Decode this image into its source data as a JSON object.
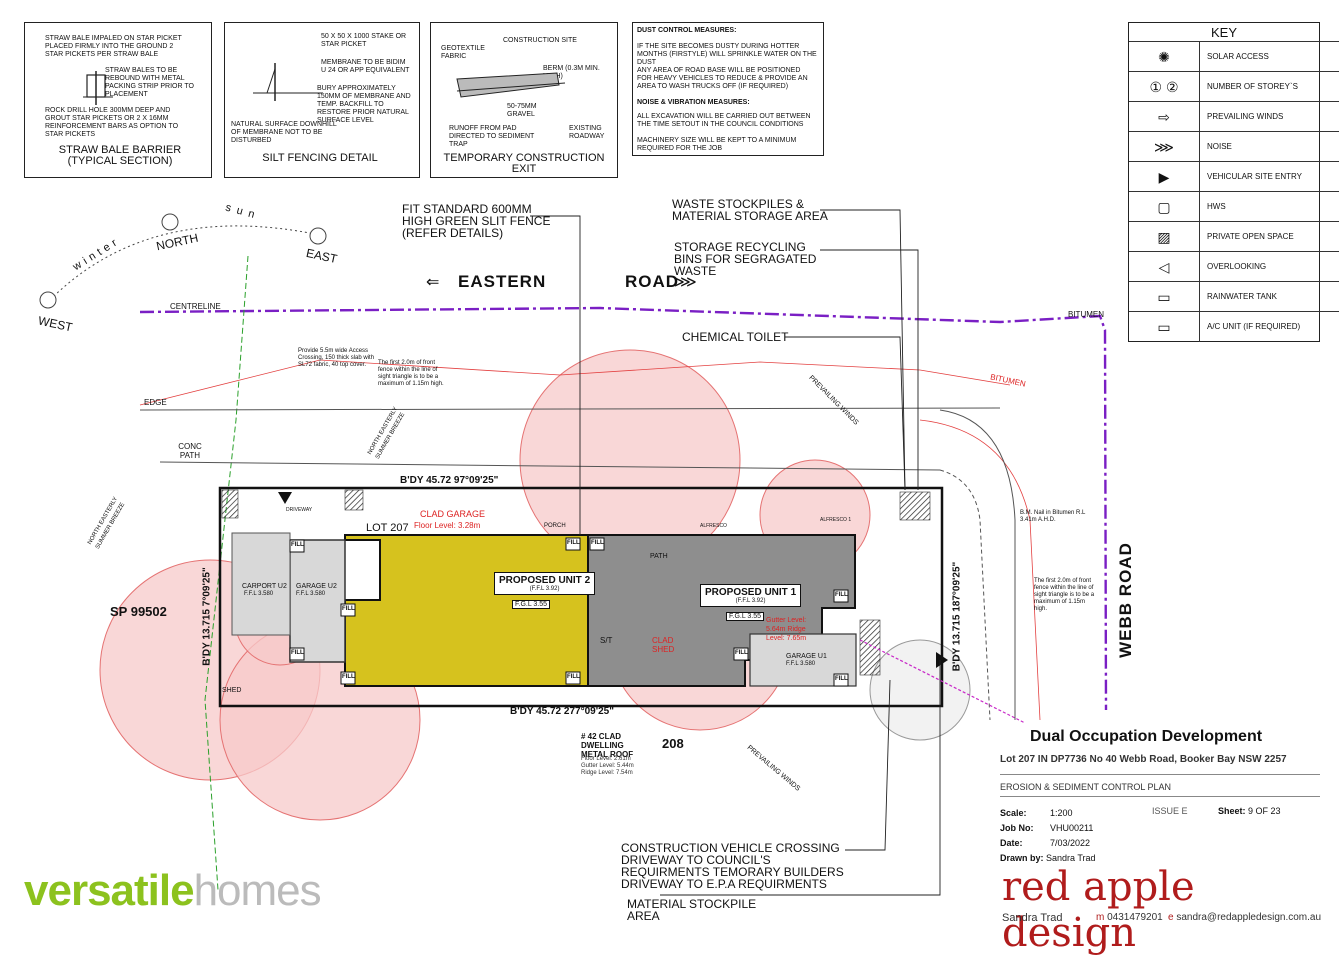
{
  "details": {
    "straw": {
      "note1": "STRAW BALE IMPALED ON STAR PICKET PLACED FIRMLY INTO THE GROUND 2 STAR PICKETS PER STRAW BALE",
      "note2": "STRAW BALES TO BE REBOUND WITH METAL PACKING STRIP PRIOR TO PLACEMENT",
      "note3": "ROCK DRILL HOLE 300mm DEEP AND GROUT STAR PICKETS OR 2 x 16mm REINFORCEMENT BARS AS OPTION TO STAR PICKETS",
      "title": "STRAW BALE BARRIER (TYPICAL SECTION)"
    },
    "silt": {
      "note1": "50 x 50 x 1000 STAKE OR STAR PICKET",
      "note2": "MEMBRANE TO BE BIDIM U 24 OR APP EQUIVALENT",
      "note3": "BURY APPROXIMATELY 150mm OF MEMBRANE AND TEMP. BACKFILL TO RESTORE PRIOR NATURAL SURFACE LEVEL",
      "note4": "NATURAL SURFACE DOWNHILL OF MEMBRANE NOT TO BE DISTURBED",
      "title": "SILT FENCING DETAIL"
    },
    "exit": {
      "site": "CONSTRUCTION SITE",
      "geo": "GEOTEXTILE FABRIC",
      "berm": "BERM (0.3m MIN. HIGH)",
      "gravel": "50-75mm GRAVEL",
      "runoff": "RUNOFF FROM PAD DIRECTED TO SEDIMENT TRAP",
      "roadway": "EXISTING ROADWAY",
      "title": "TEMPORARY CONSTRUCTION EXIT"
    },
    "dust": {
      "h1": "DUST CONTROL MEASURES:",
      "p1": "IF THE SITE BECOMES DUSTY DURING HOTTER MONTHS (FIRSTYLE) WILL SPRINKLE WATER ON THE DUST",
      "p2": "ANY AREA OF ROAD BASE WILL BE POSITIONED FOR HEAVY VEHICLES TO REDUCE & PROVIDE AN AREA TO WASH TRUCKS OFF (IF REQUIRED)",
      "h2": "NOISE & VIBRATION MEASURES:",
      "p3": "ALL EXCAVATION WILL BE CARRIED OUT BETWEEN THE TIME SETOUT IN THE COUNCIL CONDITIONS",
      "p4": "MACHINERY SIZE WILL BE KEPT TO A MINIMUM REQUIRED FOR THE JOB"
    }
  },
  "key": {
    "title": "KEY",
    "items": [
      {
        "label": "SOLAR ACCESS",
        "icon": "sun-icon"
      },
      {
        "label": "NUMBER OF STOREY`S",
        "icon": "storey-icon"
      },
      {
        "label": "PREVAILING WINDS",
        "icon": "wind-arrow-icon"
      },
      {
        "label": "NOISE",
        "icon": "noise-icon"
      },
      {
        "label": "VEHICULAR SITE ENTRY",
        "icon": "entry-triangle-icon"
      },
      {
        "label": "HWS",
        "icon": "hws-icon"
      },
      {
        "label": "PRIVATE OPEN SPACE",
        "icon": "hatch-icon"
      },
      {
        "label": "OVERLOOKING",
        "icon": "eye-icon"
      },
      {
        "label": "RAINWATER TANK",
        "icon": "tank-icon"
      },
      {
        "label": "A/C UNIT (if required)",
        "icon": "ac-icon"
      }
    ]
  },
  "plan": {
    "sun": {
      "winter": "winter",
      "sun": "sun",
      "north": "NORTH",
      "east": "EAST",
      "west": "WEST"
    },
    "eastern_road": "EASTERN",
    "road": "ROAD",
    "webb_road": "WEBB ROAD",
    "centreline": "CENTRELINE",
    "bitumen": "BITUMEN",
    "edge": "EDGE",
    "conc_path": "CONC PATH",
    "fit_fence": "FIT STANDARD 600mm HIGH GREEN SLIT FENCE (REFER DETAILS)",
    "waste": "WASTE STOCKPILES & MATERIAL STORAGE AREA",
    "recycling": "STORAGE RECYCLING BINS FOR SEGRAGATED WASTE",
    "toilet": "CHEMICAL TOILET",
    "crossing": "CONSTRUCTION VEHICLE CROSSING DRIVEWAY TO COUNCIL'S REQUIRMENTS TEMORARY BUILDERS DRIVEWAY TO E.P.A REQUIRMENTS",
    "stockpile": "MATERIAL STOCKPILE AREA",
    "sp": "SP 99502",
    "lot208": "208",
    "lot207": "LOT 207",
    "bdy_top": "B'DY 45.72  97°09'25\"",
    "bdy_bottom": "B'DY 45.72  277°09'25\"",
    "bdy_left": "B'DY 13.715  7°09'25\"",
    "bdy_right": "B'DY 13.715  187°09'25\"",
    "unit1": "PROPOSED UNIT 1",
    "unit1_ffl": "(F.F.L 3.92)",
    "unit1_fgl": "F.G.L 3.55",
    "unit2": "PROPOSED UNIT 2",
    "unit2_ffl": "(F.F.L 3.92)",
    "unit2_fgl": "F.G.L 3.55",
    "garage1": "GARAGE U1",
    "garage1_ffl": "F.F.L 3.580",
    "garage2": "GARAGE U2",
    "garage2_ffl": "F.F.L 3.580",
    "carport": "CARPORT U2",
    "carport_ffl": "F.F.L 3.580",
    "clad_garage": "CLAD GARAGE",
    "floor_level": "Floor Level: 3.28m",
    "clad_shed": "CLAD SHED",
    "shed": "SHED",
    "porch": "PORCH",
    "path": "PATH",
    "alfresco1": "ALFRESCO 1",
    "alfresco2": "ALFRESCO",
    "st": "S/T",
    "fill": "FILL",
    "driveway": "DRIVEWAY",
    "dwelling": "# 42 CLAD DWELLING METAL ROOF",
    "dwelling_levels": "Floor Level: 2.61m  Gutter Level: 5.44m  Ridge Level: 7.54m",
    "unit1_levels": "Gutter Level: 5.64m  Ridge Level: 7.65m",
    "access_note": "Provide 5.5m wide Access Crossing, 150 thick slab with SL72 fabric, 40 top cover.",
    "fence_note": "The first 2.0m of front fence within the line of sight triangle is to be a maximum of 1.15m high.",
    "fence_note2": "The first 2.0m of front fence within the line of sight triangle is to be a maximum of 1.15m high.",
    "bm": "B.M. Nail in Bitumen R.L 3.41m A.H.D.",
    "winds": "PREVAILING WINDS",
    "ne_breeze": "NORTH EASTERLY SUMMER BREEZE"
  },
  "title_block": {
    "project": "Dual Occupation Development",
    "address": "Lot 207 IN DP7736 No 40 Webb Road, Booker Bay NSW 2257",
    "plan": "EROSION & SEDIMENT CONTROL PLAN",
    "scale_label": "Scale:",
    "scale": "1:200",
    "issue": "ISSUE E",
    "sheet_label": "Sheet:",
    "sheet": "9 OF 23",
    "job_label": "Job No:",
    "job": "VHU00211",
    "date_label": "Date:",
    "date": "7/03/2022",
    "drawn_label": "Drawn by:",
    "drawn": "Sandra Trad",
    "designer": "Sandra Trad",
    "phone": "0431479201",
    "email": "sandra@redappledesign.com.au",
    "m": "m",
    "e": "e"
  },
  "logos": {
    "versatile_a": "versatile",
    "versatile_b": "homes",
    "redapple": "red apple design"
  }
}
